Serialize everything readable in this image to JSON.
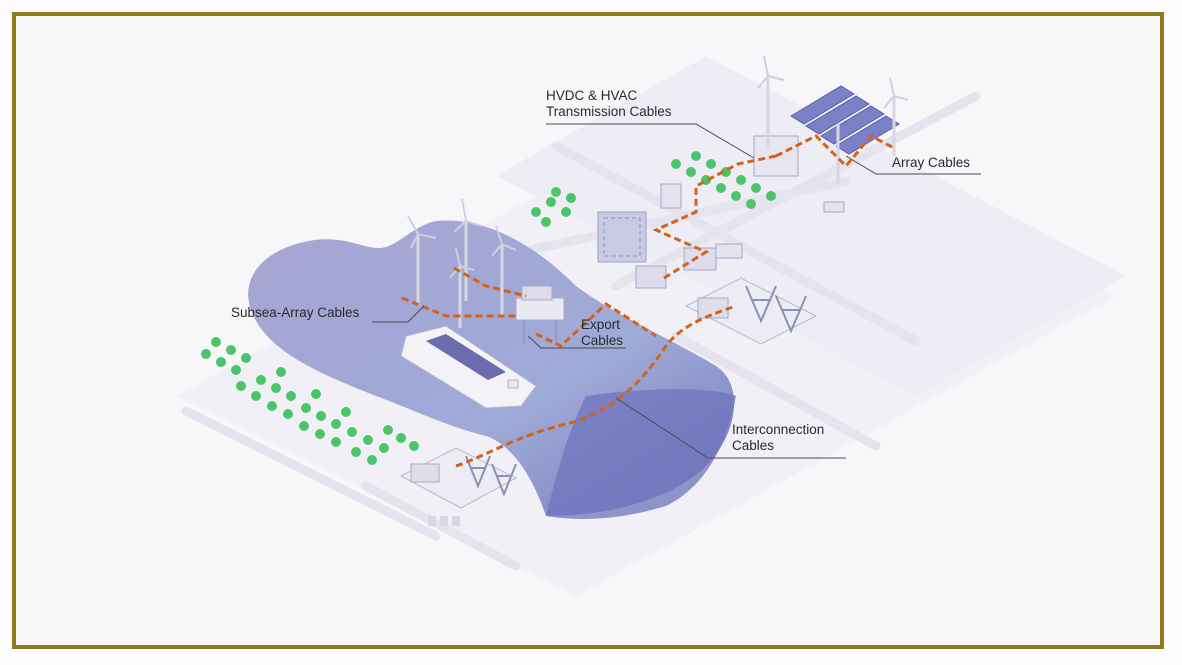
{
  "callouts": {
    "hvdc_line1": "HVDC & HVAC",
    "hvdc_line2": "Transmission Cables",
    "array": "Array Cables",
    "subsea_array": "Subsea-Array Cables",
    "export_line1": "Export",
    "export_line2": "Cables",
    "interconnection_line1": "Interconnection",
    "interconnection_line2": "Cables"
  },
  "colors": {
    "frame_border": "#8f7a1e",
    "water": "#7b7cc2",
    "cable": "#d4621a",
    "tree": "#4cc46a",
    "building": "#c9c9dd",
    "road": "#e9e8f1"
  }
}
